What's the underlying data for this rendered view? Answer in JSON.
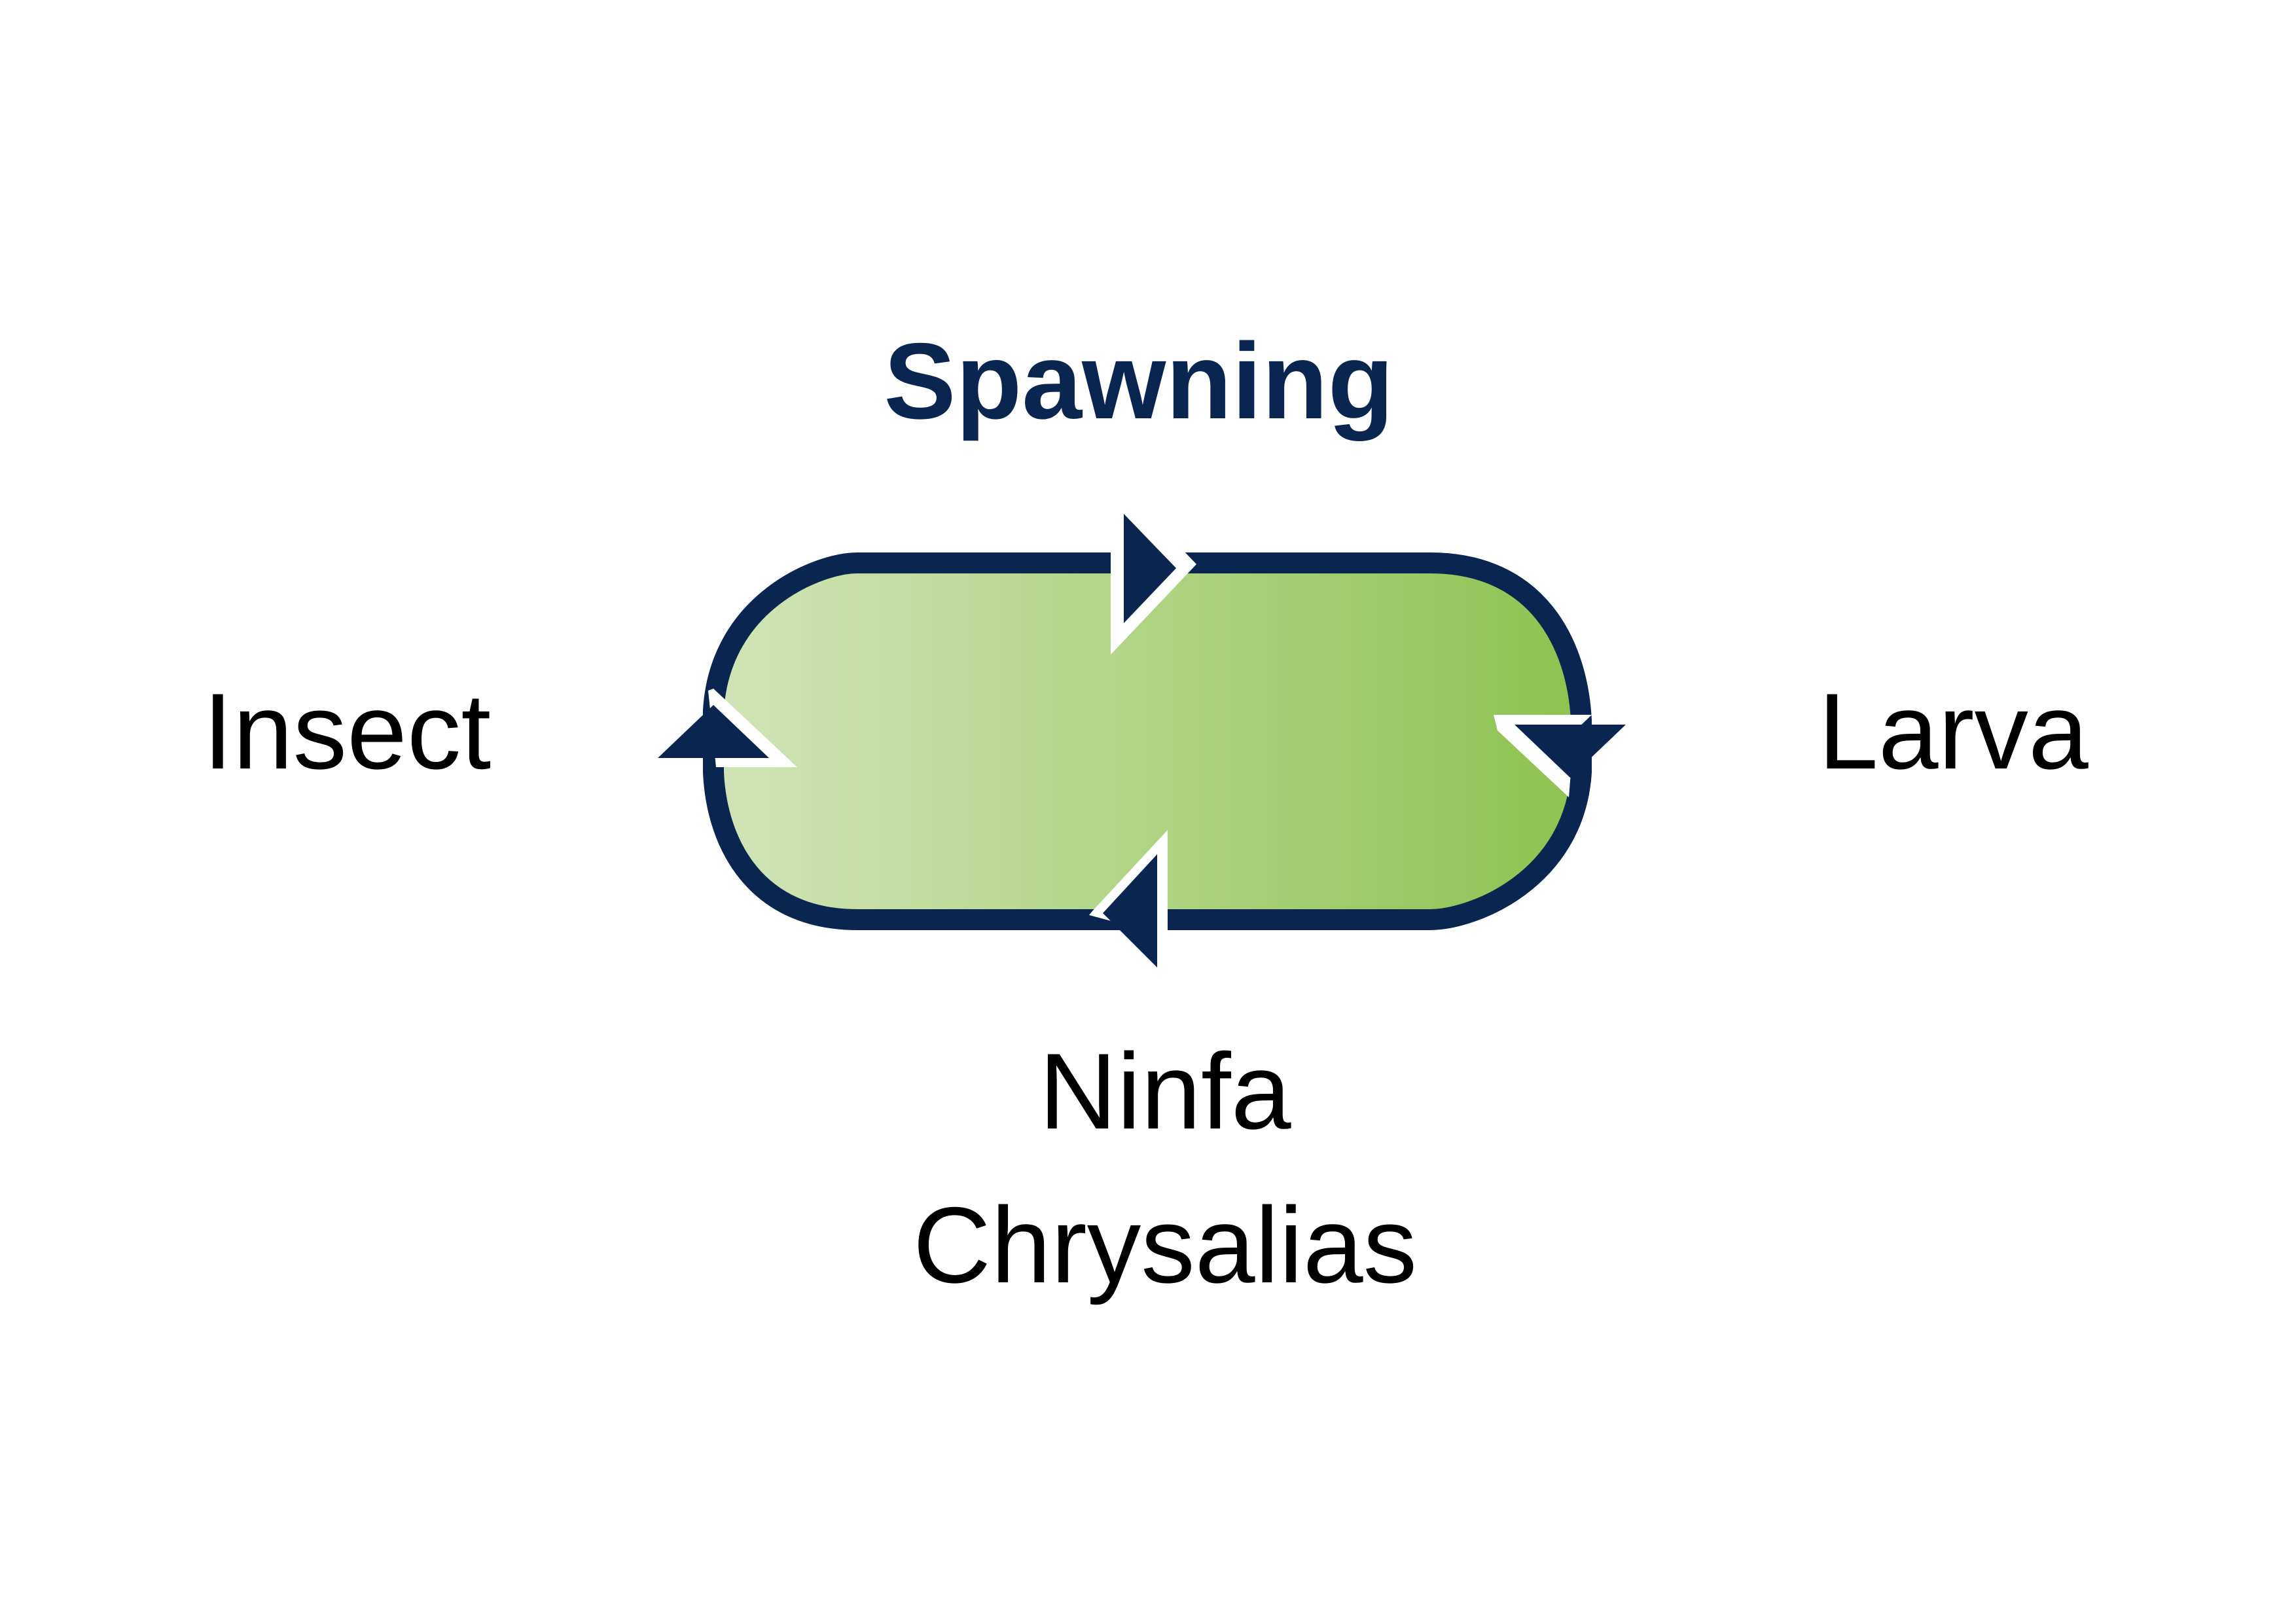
{
  "diagram": {
    "stages": {
      "top": "Spawning",
      "left": "Insect",
      "right": "Larva",
      "bottom_line1": "Ninfa",
      "bottom_line2": "Chrysalias"
    },
    "flow_direction": "clockwise",
    "colors": {
      "outline": "#0a2650",
      "arrow_fill": "#0a2650",
      "arrow_halo": "#ffffff",
      "fill_gradient_start": "#d0e5b8",
      "fill_gradient_end": "#8ec250",
      "title_text": "#0a2650",
      "label_text": "#000000"
    },
    "arrows": [
      {
        "name": "arrow-top",
        "direction": "right"
      },
      {
        "name": "arrow-right",
        "direction": "down"
      },
      {
        "name": "arrow-bottom",
        "direction": "left"
      },
      {
        "name": "arrow-left",
        "direction": "up"
      }
    ]
  }
}
